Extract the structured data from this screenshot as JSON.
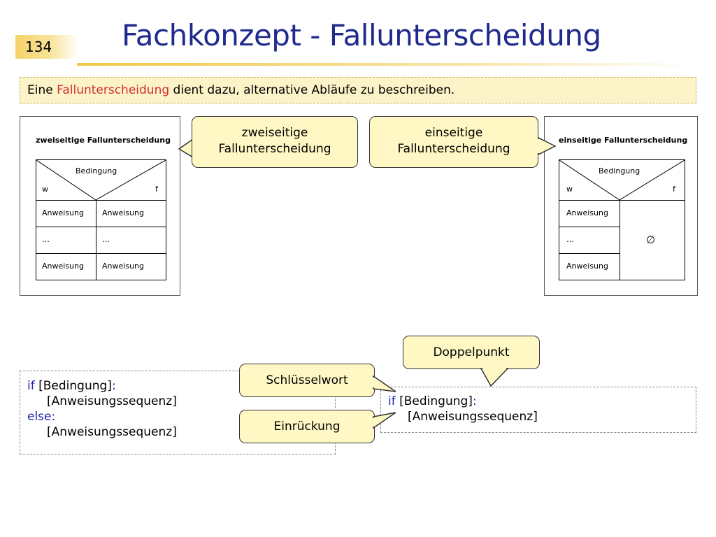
{
  "header": {
    "page_number": "134",
    "title": "Fachkonzept - Fallunterscheidung"
  },
  "intro": {
    "before": "Eine ",
    "highlight": "Fallunterscheidung",
    "after": " dient dazu, alternative Abläufe zu beschreiben."
  },
  "left_diagram": {
    "title": "zweiseitige Fallunterscheidung",
    "condition": "Bedingung",
    "true_label": "w",
    "false_label": "f",
    "rows": [
      [
        "Anweisung",
        "Anweisung"
      ],
      [
        "…",
        "…"
      ],
      [
        "Anweisung",
        "Anweisung"
      ]
    ]
  },
  "right_diagram": {
    "title": "einseitige Fallunterscheidung",
    "condition": "Bedingung",
    "true_label": "w",
    "false_label": "f",
    "rows": [
      "Anweisung",
      "…",
      "Anweisung"
    ],
    "empty_symbol": "∅"
  },
  "callouts": {
    "two_sided": [
      "zweiseitige",
      "Fallunterscheidung"
    ],
    "one_sided": [
      "einseitige",
      "Fallunterscheidung"
    ],
    "keyword": "Schlüsselwort",
    "colon": "Doppelpunkt",
    "indent": "Einrückung"
  },
  "code_left": {
    "if_kw": "if",
    "condition": " [Bedingung]",
    "colon": ":",
    "body1": "[Anweisungssequenz]",
    "else_kw": "else",
    "else_colon": ":",
    "body2": "[Anweisungssequenz]"
  },
  "code_right": {
    "if_kw": "if",
    "condition": " [Bedingung]",
    "colon": ":",
    "body": "[Anweisungssequenz]"
  }
}
